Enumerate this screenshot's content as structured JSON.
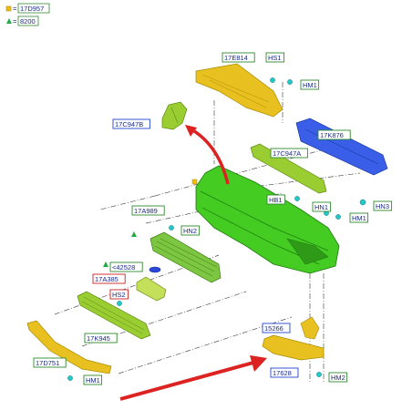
{
  "legend": [
    {
      "symbol": "square",
      "color": "#f0c000",
      "code": "17D957"
    },
    {
      "symbol": "triangle",
      "color": "#22aa44",
      "code": "8200"
    }
  ],
  "colors": {
    "label_border_green": "#2f8a2f",
    "label_border_red": "#cc2222",
    "label_border_blue": "#2244cc",
    "label_text": "#1a2a8a",
    "part_green": "#44cc22",
    "part_yellow": "#e8c020",
    "part_blue": "#3a5ee8",
    "part_lime": "#9acd32",
    "clip_cyan": "#22c8c8",
    "arrow_red": "#dd2222"
  },
  "labels": [
    {
      "id": "17E814",
      "text": "17E814",
      "border": "green"
    },
    {
      "id": "HS1",
      "text": "HS1",
      "border": "green"
    },
    {
      "id": "HM1_top",
      "text": "HM1",
      "border": "green"
    },
    {
      "id": "17C947B",
      "text": "17C947B",
      "border": "blue"
    },
    {
      "id": "17K876",
      "text": "17K876",
      "border": "green"
    },
    {
      "id": "17C947A",
      "text": "17C947A",
      "border": "green"
    },
    {
      "id": "17A989",
      "text": "17A989",
      "border": "green"
    },
    {
      "id": "HB1",
      "text": "HB1",
      "border": "green"
    },
    {
      "id": "HN1",
      "text": "HN1",
      "border": "green"
    },
    {
      "id": "HN3",
      "text": "HN3",
      "border": "green"
    },
    {
      "id": "HM1_mid",
      "text": "HM1",
      "border": "green"
    },
    {
      "id": "HN2",
      "text": "HN2",
      "border": "green"
    },
    {
      "id": "42528",
      "text": "<42528",
      "border": "green"
    },
    {
      "id": "17A385",
      "text": "17A385",
      "border": "red"
    },
    {
      "id": "HS2",
      "text": "HS2",
      "border": "red"
    },
    {
      "id": "17K945",
      "text": "17K945",
      "border": "green"
    },
    {
      "id": "15266",
      "text": "15266",
      "border": "blue"
    },
    {
      "id": "17D751",
      "text": "17D751",
      "border": "green"
    },
    {
      "id": "HM1_bot",
      "text": "HM1",
      "border": "green"
    },
    {
      "id": "17628",
      "text": "17628",
      "border": "blue"
    },
    {
      "id": "HM2",
      "text": "HM2",
      "border": "green"
    }
  ]
}
